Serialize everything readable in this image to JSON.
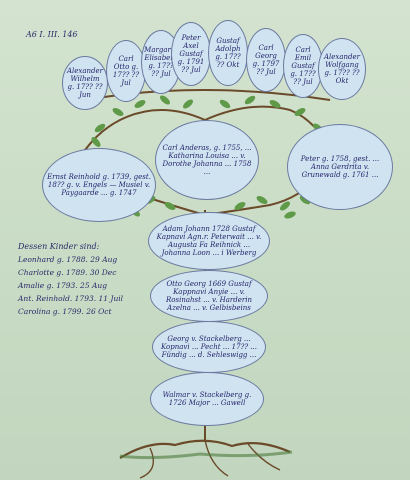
{
  "ref_mark": "A6 I. III. 146",
  "crown": [
    "Alexander Wilhelm g. 17?? ?? Jun",
    "Carl Otto g. 17?? ?? Jul",
    "Margaret Elisabeth g. 17?? ?? Jul",
    "Peter Axel Gustaf g. 1791 ?? Jul",
    "Gustaf Adolph g. 17?? ?? Okt",
    "Carl Georg g. 1797 ?? Jul",
    "Carl Emil Gustaf g. 17?? ?? Jul",
    "Alexander Wolfgang g. 17?? ?? Okt"
  ],
  "branches": {
    "left": "Ernst Reinhold g. 1739, gest. 18?? g. v. Engels — Musiel v. Paygaarde ... g. 1747",
    "center": "Carl Anderas, g. 1755, ... Katharina Louisa ... v. Dorothe Johanna ... 1758 ...",
    "right": "Peter g. 1758, gest. ... Anna Gerdrita v. Grunewald g. 1761 ..."
  },
  "trunk": [
    "Adam Johann 1728 Gustaf Kapnavi Agn.r. Peterwait ... v. Augusta Fa Reihnick ... Johanna Loon ... i Werberg",
    "Otto Georg 1669 Gustaf Kappnavi Anyie ... v. Rosinahst ... v. Harderin Azelna ... v. Gelbisbeins",
    "Georg v. Stackelberg ... Kopnavi ... Pecht ... 17?? ... Fündig ... d. Sehleswigg ...",
    "Walmar v. Stackelberg g. 1726 Major ... Gawell"
  ],
  "siblings": {
    "heading": "Dessen Kinder sind:",
    "items": [
      "Leonhard g. 1788. 29 Aug",
      "Charlotte g. 1789. 30 Dec",
      "Amalie g. 1793. 25 Aug",
      "Ant. Reinhold. 1793. 11 Juil",
      "Carolina g. 1799. 26 Oct"
    ]
  }
}
